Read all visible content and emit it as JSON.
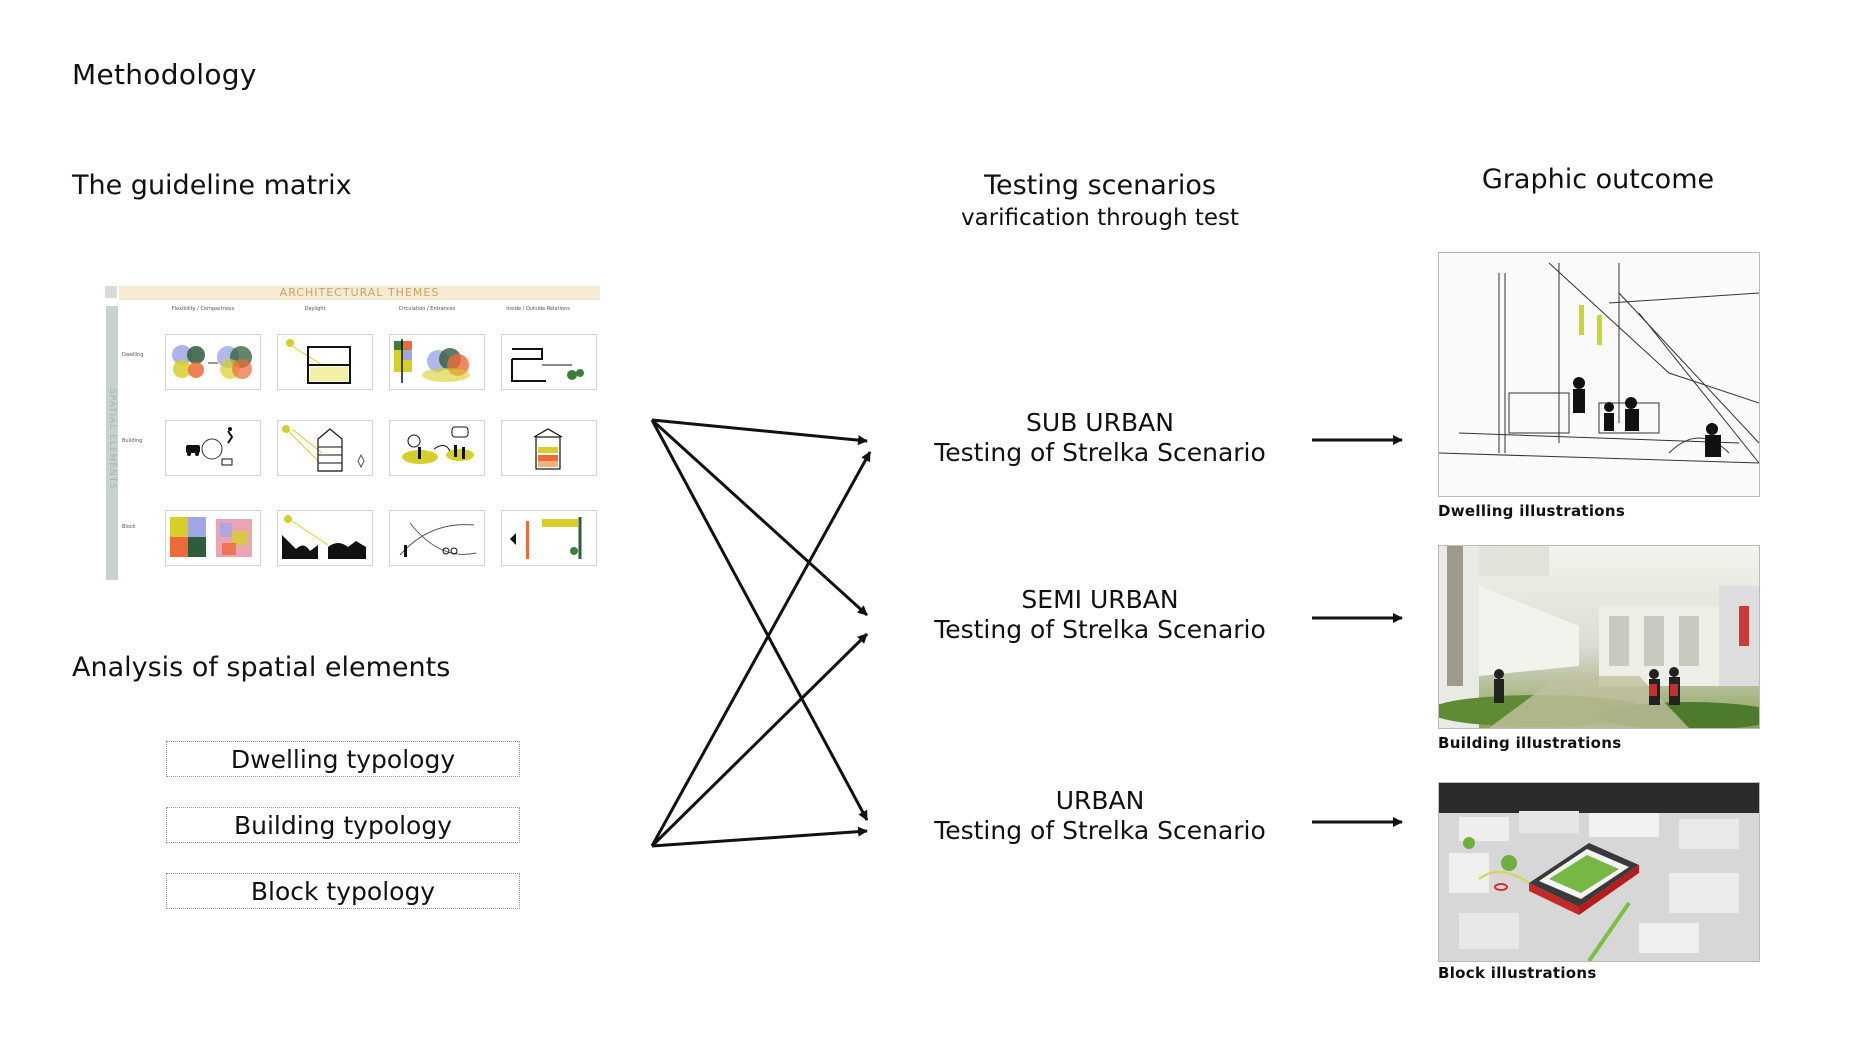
{
  "title": "Methodology",
  "matrix": {
    "heading": "The guideline matrix",
    "header": "ARCHITECTURAL THEMES",
    "side_label": "SPATIAL ELEMENTS",
    "columns": [
      "Flexibility / Compactness",
      "Daylight",
      "Circulation / Entrances",
      "Inside / Outside Relations"
    ],
    "rows": [
      "Dwelling",
      "Building",
      "Block"
    ]
  },
  "analysis": {
    "heading": "Analysis of spatial elements",
    "items": [
      "Dwelling typology",
      "Building typology",
      "Block typology"
    ]
  },
  "testing": {
    "title": "Testing scenarios",
    "subtitle": "varification through test",
    "scenarios": [
      {
        "name": "SUB URBAN",
        "desc": "Testing of Strelka Scenario"
      },
      {
        "name": "SEMI URBAN",
        "desc": "Testing of Strelka Scenario"
      },
      {
        "name": "URBAN",
        "desc": "Testing of Strelka Scenario"
      }
    ]
  },
  "outcome": {
    "title": "Graphic outcome",
    "captions": [
      "Dwelling illustrations",
      "Building illustrations",
      "Block illustrations"
    ]
  },
  "colors": {
    "matrix_header": "#f6ead2",
    "matrix_side": "#c9d3cb",
    "accent_yellow": "#d6cf2a",
    "accent_orange": "#ef6a3a",
    "accent_green": "#3e7d3a",
    "arrow": "#111111"
  }
}
